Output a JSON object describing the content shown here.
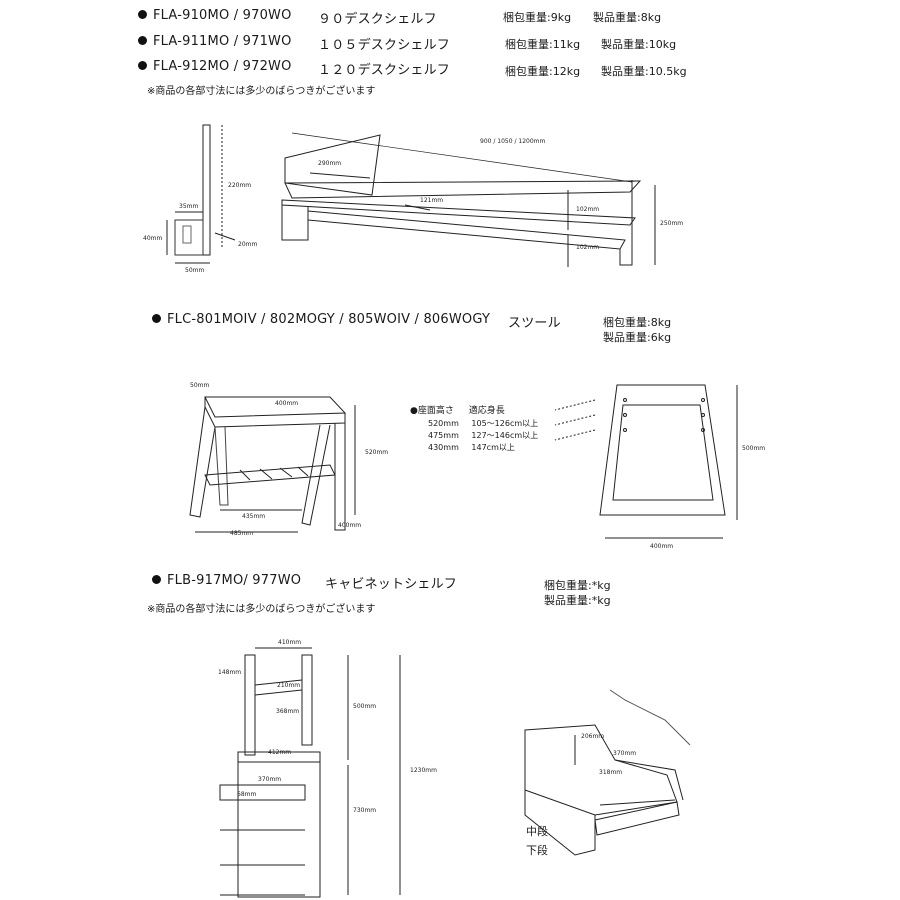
{
  "desk_shelf": {
    "models": [
      {
        "code": "FLA-910MO / 970WO",
        "name": "９０デスクシェルフ",
        "package_weight": "梱包重量:9kg",
        "product_weight": "製品重量:8kg"
      },
      {
        "code": "FLA-911MO / 971WO",
        "name": "１０５デスクシェルフ",
        "package_weight": "梱包重量:11kg",
        "product_weight": "製品重量:10kg"
      },
      {
        "code": "FLA-912MO / 972WO",
        "name": "１２０デスクシェルフ",
        "package_weight": "梱包重量:12kg",
        "product_weight": "製品重量:10.5kg"
      }
    ],
    "note": "※商品の各部寸法には多少のばらつきがございます",
    "dims": {
      "side_height": "220mm",
      "top_width": "35mm",
      "side_depth": "40mm",
      "slot": "20mm",
      "bottom_width": "50mm",
      "total_width": "900 / 1050 / 1200mm",
      "back_panel": "290mm",
      "gap": "121mm",
      "upper_height": "102mm",
      "lower_height": "102mm",
      "total_height": "250mm"
    }
  },
  "stool": {
    "code": "FLC-801MOIV / 802MOGY / 805WOIV / 806WOGY",
    "name": "スツール",
    "package_weight": "梱包重量:8kg",
    "product_weight": "製品重量:6kg",
    "dims": {
      "seat_thickness": "50mm",
      "seat_width": "400mm",
      "height": "520mm",
      "inner_width": "435mm",
      "depth": "400mm",
      "outer_width": "485mm",
      "side_height": "500mm",
      "side_width": "400mm"
    },
    "seat_table": {
      "header_left": "●座面高さ",
      "header_right": "適応身長",
      "rows": [
        {
          "height": "520mm",
          "range": "105～126cm以上"
        },
        {
          "height": "475mm",
          "range": "127～146cm以上"
        },
        {
          "height": "430mm",
          "range": "147cm以上"
        }
      ]
    }
  },
  "cabinet": {
    "code": "FLB-917MO/ 977WO",
    "name": "キャビネットシェルフ",
    "package_weight": "梱包重量:*kg",
    "product_weight": "製品重量:*kg",
    "note": "※商品の各部寸法には多少のばらつきがございます",
    "dims": {
      "top_width": "410mm",
      "top_gap": "148mm",
      "inner_210": "210mm",
      "inner_368": "368mm",
      "upper_height": "500mm",
      "total_height": "1230mm",
      "mid_width": "412mm",
      "drawer_370": "370mm",
      "drawer_68": "68mm",
      "lower_height": "730mm",
      "drawer_depth": "206mm",
      "drawer_inner_width": "370mm",
      "drawer_inner_depth": "318mm"
    },
    "drawer_labels": [
      "中段",
      "下段"
    ]
  }
}
